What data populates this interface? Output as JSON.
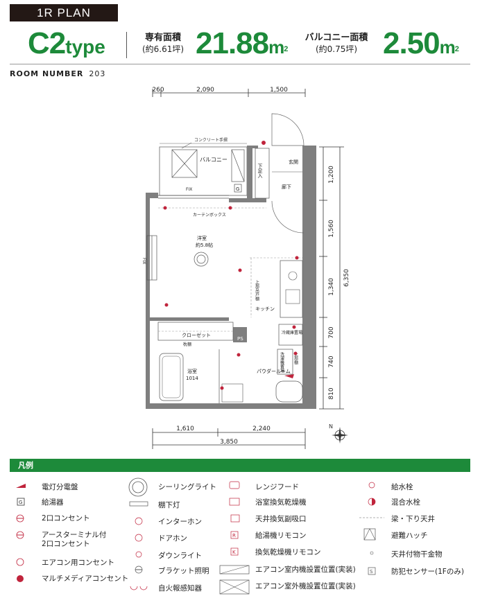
{
  "header": {
    "plan_tag": "1R PLAN",
    "type_main": "C2",
    "type_suffix": "type",
    "exclusive_label": "専有面積",
    "exclusive_sub": "(約6.61坪)",
    "exclusive_value": "21.88",
    "balcony_label": "バルコニー面積",
    "balcony_sub": "(約0.75坪)",
    "balcony_value": "2.50",
    "unit": "m",
    "unit_sup": "2"
  },
  "room_number": {
    "label": "ROOM NUMBER",
    "value": "203"
  },
  "plan": {
    "dims_top": [
      "260",
      "2,090",
      "1,500"
    ],
    "dims_right": [
      "1,200",
      "1,560",
      "1,340",
      "700",
      "740",
      "810"
    ],
    "dim_total_right": "6,350",
    "dims_bottom": [
      "1,610",
      "2,240"
    ],
    "dim_total_bottom": "3,850",
    "labels": {
      "concrete_rail": "コンクリート手摺",
      "balcony": "バルコニー",
      "fix_top": "FIX",
      "g_box": "G",
      "shoebox": "下足入",
      "entrance": "玄関",
      "hallway": "廊下",
      "curtain_box": "カーテンボックス",
      "fix_left": "FIX",
      "western_room": "洋室",
      "western_size": "約5.8帖",
      "upper_shelf": "上部吊戸棚",
      "kitchen": "キッチン",
      "closet": "クローゼット",
      "shelf": "枕棚",
      "ps": "PS",
      "fridge": "冷蔵庫置場",
      "washer": "洗濯機置場",
      "upper_cabinet": "上部棚",
      "powder_room": "パウダールーム",
      "bath": "浴室",
      "bath_size": "1014"
    }
  },
  "legend": {
    "title": "凡例",
    "items": [
      {
        "text": "電灯分電盤",
        "icon": "panel-board-icon"
      },
      {
        "text": "給湯器",
        "icon": "water-heater-icon"
      },
      {
        "text": "2口コンセント",
        "icon": "double-outlet-icon"
      },
      {
        "text": "アースターミナル付\n2口コンセント",
        "icon": "earth-outlet-icon"
      },
      {
        "text": "エアコン用コンセント",
        "icon": "ac-outlet-icon"
      },
      {
        "text": "マルチメディアコンセント",
        "icon": "multimedia-outlet-icon"
      },
      {
        "text": "シーリングライト",
        "icon": "ceiling-light-icon"
      },
      {
        "text": "棚下灯",
        "icon": "under-shelf-light-icon"
      },
      {
        "text": "インターホン",
        "icon": "intercom-icon"
      },
      {
        "text": "ドアホン",
        "icon": "doorphone-icon"
      },
      {
        "text": "ダウンライト",
        "icon": "downlight-icon"
      },
      {
        "text": "ブラケット照明",
        "icon": "bracket-light-icon"
      },
      {
        "text": "自火報感知器",
        "icon": "fire-detector-icon"
      },
      {
        "text": "レンジフード",
        "icon": "range-hood-icon"
      },
      {
        "text": "浴室換気乾燥機",
        "icon": "bath-dryer-icon"
      },
      {
        "text": "天井換気副吸口",
        "icon": "ceiling-vent-icon"
      },
      {
        "text": "給湯機リモコン",
        "icon": "heater-remote-icon"
      },
      {
        "text": "換気乾燥機リモコン",
        "icon": "dryer-remote-icon"
      },
      {
        "text": "エアコン室内機設置位置(実装)",
        "icon": "ac-indoor-icon"
      },
      {
        "text": "エアコン室外機設置位置(実装)",
        "icon": "ac-outdoor-icon"
      },
      {
        "text": "給水栓",
        "icon": "water-faucet-icon"
      },
      {
        "text": "混合水栓",
        "icon": "mixing-faucet-icon"
      },
      {
        "text": "梁・下り天井",
        "icon": "beam-line-icon"
      },
      {
        "text": "避難ハッチ",
        "icon": "escape-hatch-icon"
      },
      {
        "text": "天井付物干金物",
        "icon": "clothes-hanger-icon"
      },
      {
        "text": "防犯センサー(1Fのみ)",
        "icon": "security-sensor-icon"
      }
    ]
  },
  "colors": {
    "brand_green": "#1d8a3a",
    "accent_red": "#c0243c",
    "dark": "#231815"
  }
}
